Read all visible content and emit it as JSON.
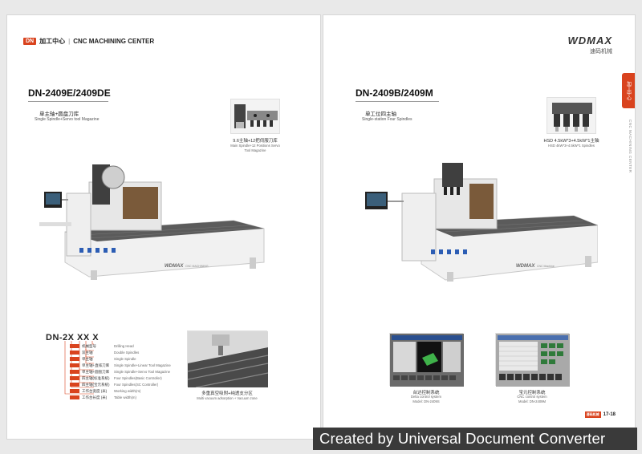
{
  "left_page": {
    "badge": "DN",
    "section_cn": "加工中心",
    "section_en": "CNC MACHINING CENTER",
    "model": "DN-2409E/2409DE",
    "subtitle_cn": "单主轴+圆盘刀库",
    "subtitle_en": "Single Spindle+Servo tool Magazine",
    "thumb_caption_cn": "9.6主轴+12把伺服刀库",
    "thumb_caption_en": "Main Spindle+12 Positions Servo Tool Magazine",
    "machine_brand": "WDMAX",
    "machine_label": "CNC MACHINING",
    "code": "DN-2X XX X",
    "legend": [
      {
        "cn": "机械型号",
        "en": "Drilling Head"
      },
      {
        "cn": "双主轴",
        "en": "Double Spindles"
      },
      {
        "cn": "单主轴",
        "en": "Single Spindle"
      },
      {
        "cn": "单主轴+直排刀库",
        "en": "Single Spindle+Linear Tool Magazine"
      },
      {
        "cn": "单主轴+圆盘刀库",
        "en": "Single Spindle+Servo Tool Magazine"
      },
      {
        "cn": "四主轴(标准系统)",
        "en": "Four Spindles(Basic Controller)"
      },
      {
        "cn": "四主轴(宝元系统)",
        "en": "Four Spindles(SC Controller)"
      },
      {
        "cn": "工作台宽度 (米)",
        "en": "Working width(m)"
      },
      {
        "cn": "工作台长度 (米)",
        "en": "Table width(m)"
      }
    ],
    "table_caption_cn": "多重真空吸附+纯透支分区",
    "table_caption_en": "Multi vacuum adsorption + Vacuum zone"
  },
  "right_page": {
    "logo_brand": "WDMAX",
    "logo_sub": "速码机械",
    "model": "DN-2409B/2409M",
    "subtitle_cn": "单工位四主轴",
    "subtitle_en": "Single-station Four Spindles",
    "thumb_caption_cn": "HSD 4.5kW*3+4.5kW*1主轴",
    "thumb_caption_en": "HSD 4kW*3+4.5kW*1 Spindles",
    "machine_brand": "WDMAX",
    "machine_label": "CNC Machine",
    "screen1_cn": "台达控制系统",
    "screen1_en": "Delta control system",
    "screen1_model": "Model: DN-2409S",
    "screen2_cn": "宝元控制系统",
    "screen2_en": "CNC control system",
    "screen2_model": "Model: DN-2409M",
    "side_tab": "加工中心",
    "side_en": "CNC MACHINING CENTER",
    "page_tag": "速码机械",
    "page_num": "17-18"
  },
  "watermark": "Created by Universal Document Converter"
}
